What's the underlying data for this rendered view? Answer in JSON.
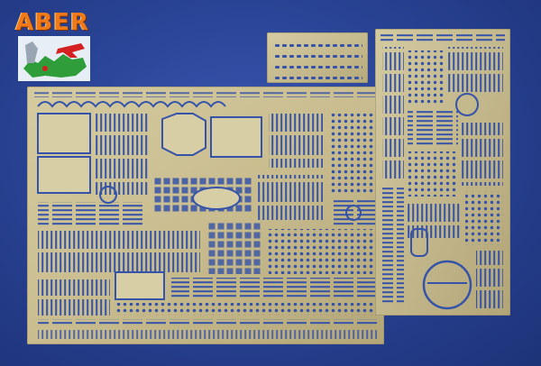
{
  "brand": {
    "logo_text": "ABER",
    "colors": {
      "logo_text": "#f07a1a",
      "map_land": "#2f9e3a",
      "emblem_red": "#d42020"
    }
  },
  "scene": {
    "background_color": "#2a4496",
    "metal_color": "#c7bb8e",
    "frets": [
      {
        "name": "large-fret"
      },
      {
        "name": "small-top-fret"
      },
      {
        "name": "tall-right-fret"
      }
    ]
  }
}
